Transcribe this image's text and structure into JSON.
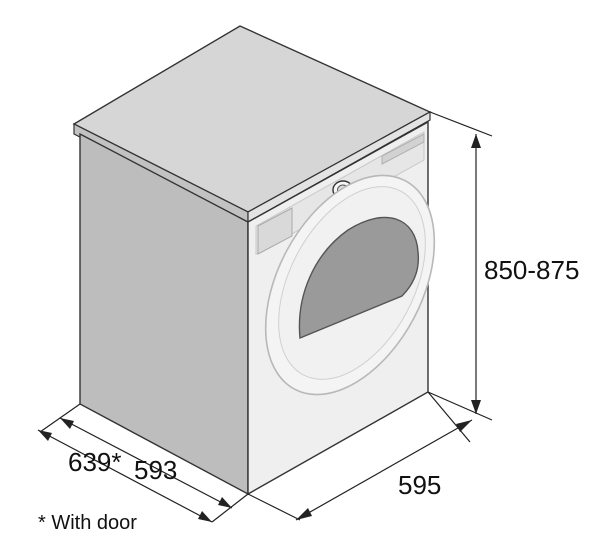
{
  "dimensions": {
    "height": "850-875",
    "width": "595",
    "depth": "593",
    "depth_with_door": "639*"
  },
  "footnote": "* With door",
  "colors": {
    "top": "#d6d6d6",
    "side": "#bdbdbd",
    "front": "#efefef",
    "window": "#9a9a9a",
    "outline": "#333333",
    "dimension_line": "#222222"
  }
}
